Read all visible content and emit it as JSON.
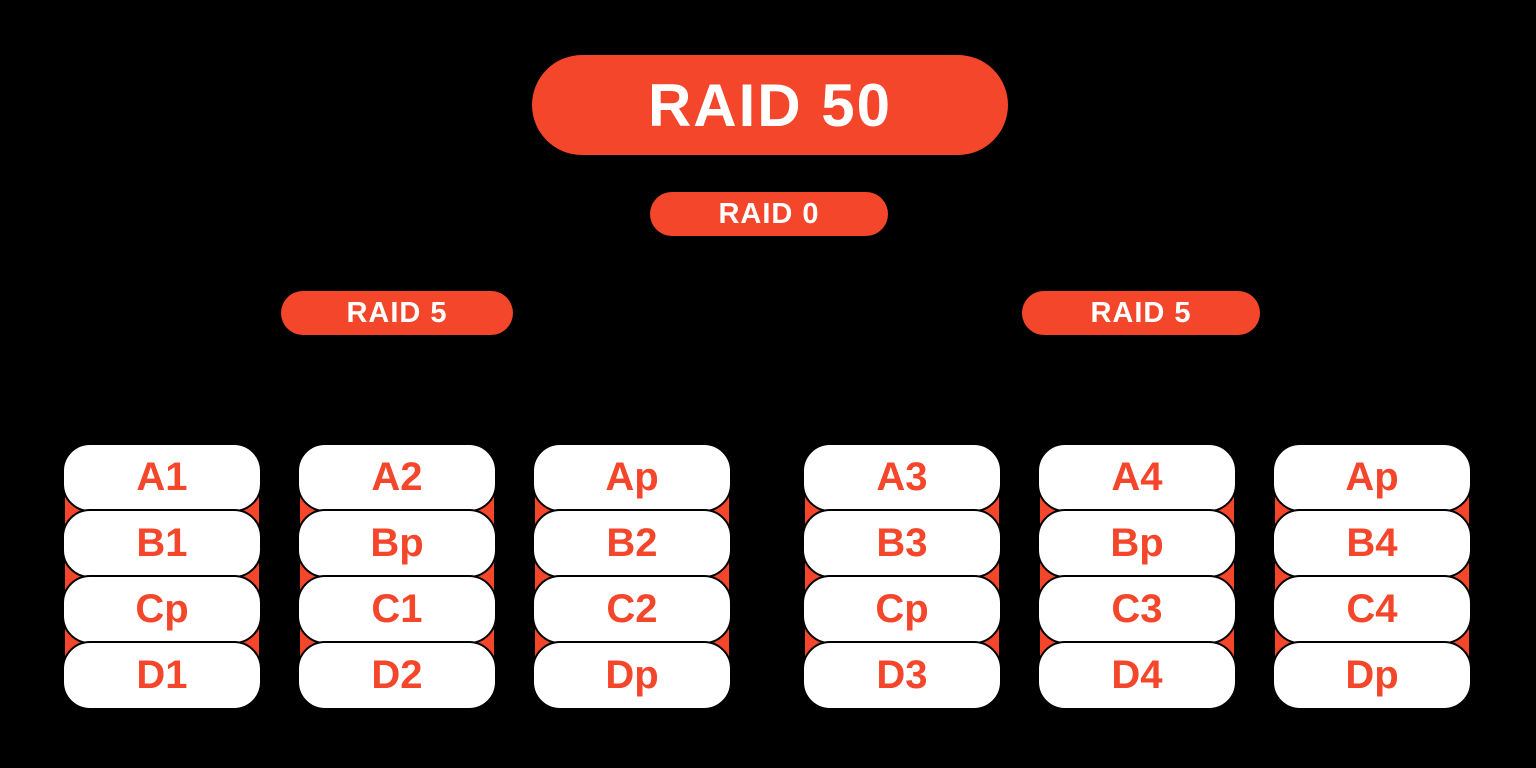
{
  "colors": {
    "background": "#000000",
    "accent": "#F4462B",
    "pill_text": "#FFFFFF",
    "disk_fill": "#FFFFFF",
    "disk_border": "#000000",
    "disk_text": "#F4462B"
  },
  "diagram": {
    "title": "RAID 50",
    "raid0": {
      "label": "RAID 0"
    },
    "groups": [
      {
        "label": "RAID 5",
        "columns": [
          {
            "disks": [
              "A1",
              "B1",
              "Cp",
              "D1"
            ]
          },
          {
            "disks": [
              "A2",
              "Bp",
              "C1",
              "D2"
            ]
          },
          {
            "disks": [
              "Ap",
              "B2",
              "C2",
              "Dp"
            ]
          }
        ]
      },
      {
        "label": "RAID 5",
        "columns": [
          {
            "disks": [
              "A3",
              "B3",
              "Cp",
              "D3"
            ]
          },
          {
            "disks": [
              "A4",
              "Bp",
              "C3",
              "D4"
            ]
          },
          {
            "disks": [
              "Ap",
              "B4",
              "C4",
              "Dp"
            ]
          }
        ]
      }
    ]
  }
}
